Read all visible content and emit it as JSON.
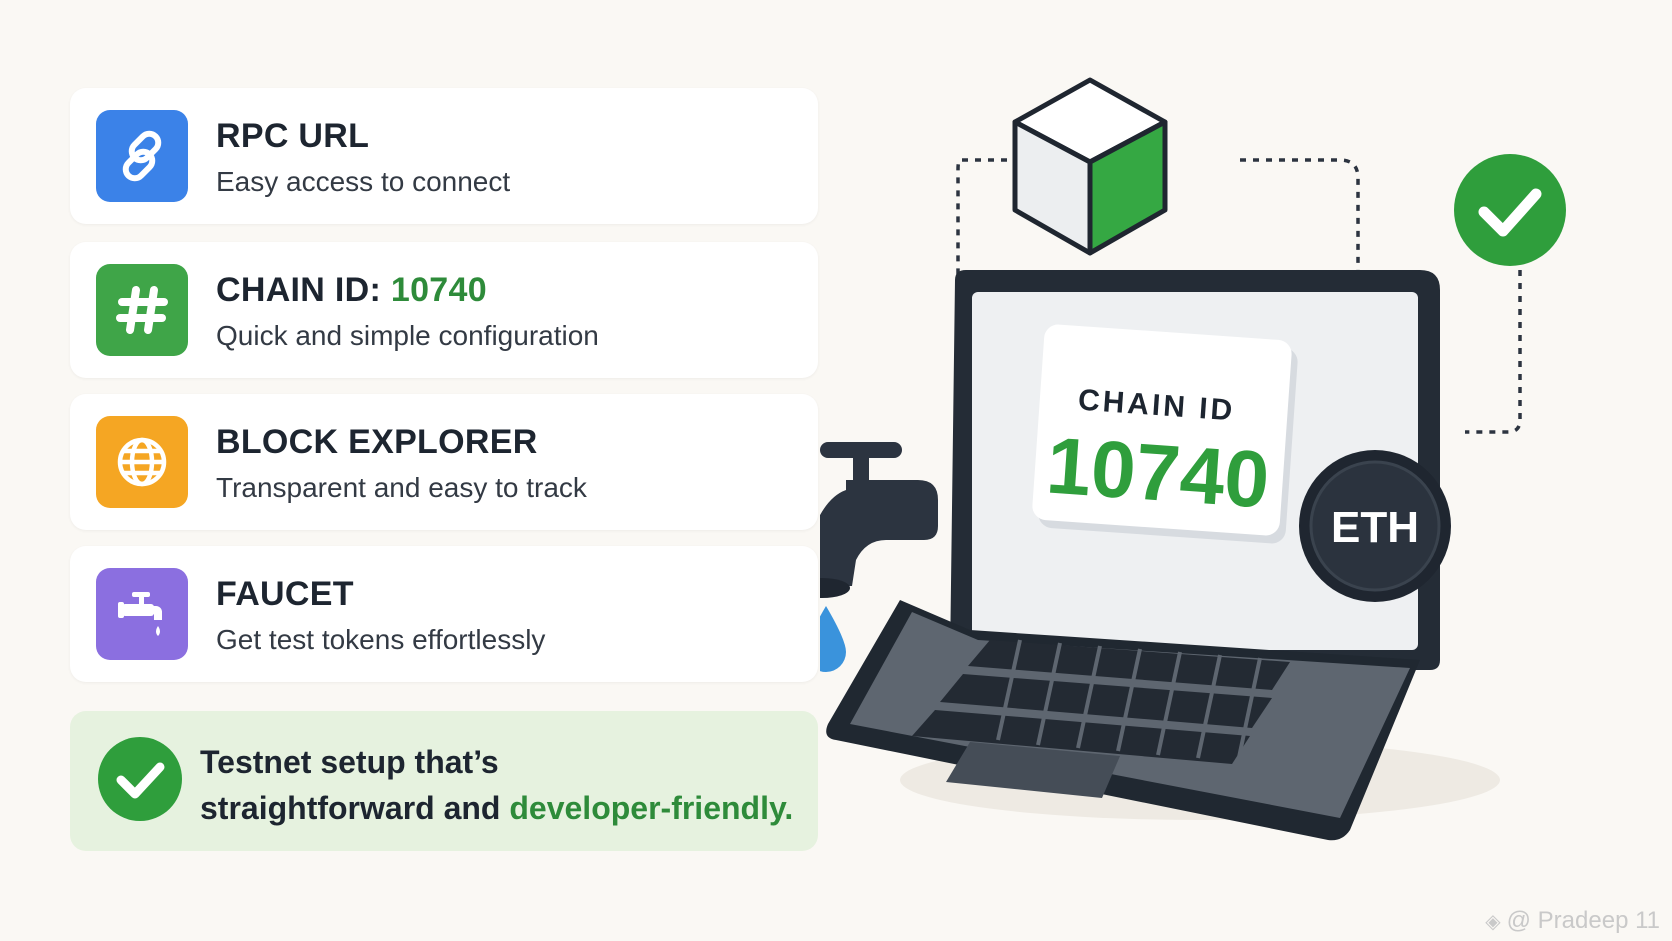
{
  "features": [
    {
      "title": "RPC URL",
      "value": "",
      "subtitle": "Easy access to connect",
      "icon": "link-icon",
      "color": "#3b82e8"
    },
    {
      "title": "CHAIN ID:",
      "value": "10740",
      "subtitle": "Quick and simple configuration",
      "icon": "hash-icon",
      "color": "#3fa548"
    },
    {
      "title": "BLOCK EXPLORER",
      "value": "",
      "subtitle": "Transparent and easy to track",
      "icon": "globe-icon",
      "color": "#f5a623"
    },
    {
      "title": "FAUCET",
      "value": "",
      "subtitle": "Get test tokens effortlessly",
      "icon": "faucet-icon",
      "color": "#8b6fe0"
    }
  ],
  "summary": {
    "line1": "Testnet setup that’s",
    "line2_plain": "straightforward and ",
    "line2_accent": "developer-friendly.",
    "icon": "check-circle-icon",
    "accent_color": "#2e8b3a"
  },
  "illustration": {
    "screen_label": "CHAIN ID",
    "screen_value": "10740",
    "coin_label": "ETH",
    "icons": [
      "cube-icon",
      "check-circle-icon",
      "faucet-icon",
      "water-drop-icon",
      "laptop-icon",
      "eth-coin-icon"
    ]
  },
  "watermark": "@ Pradeep 11"
}
